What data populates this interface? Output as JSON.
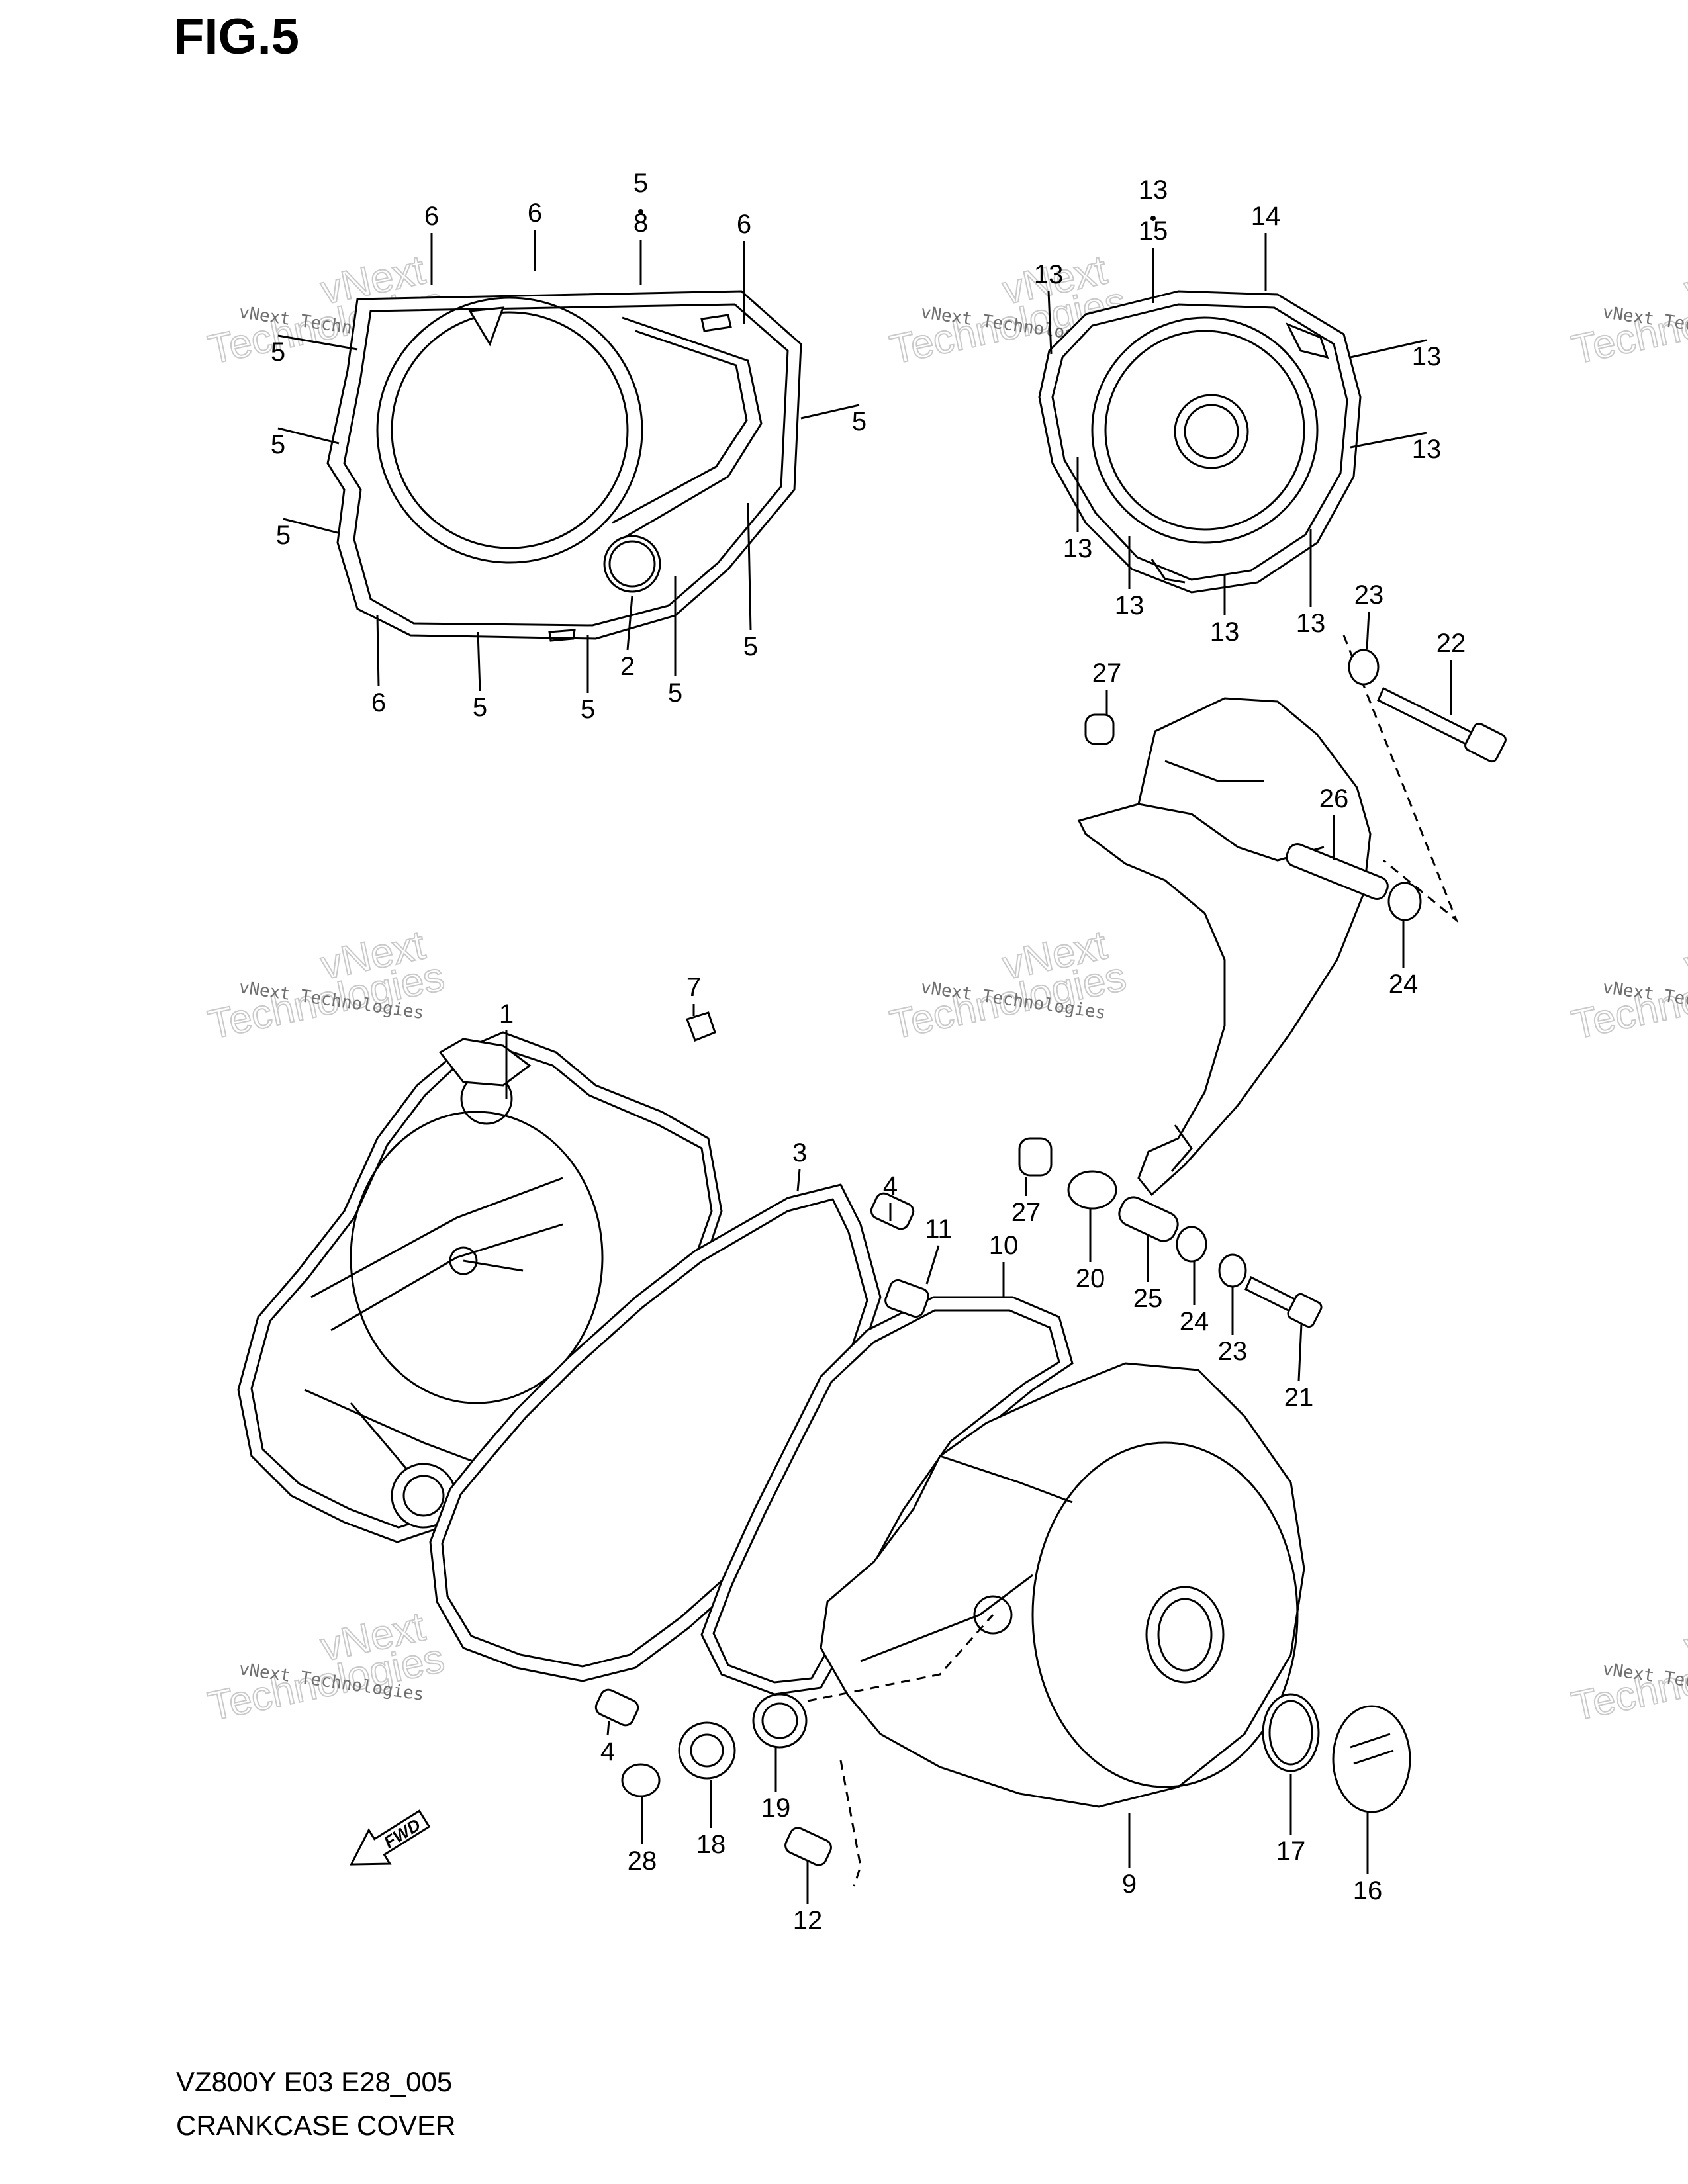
{
  "figure": {
    "title": "FIG.5",
    "model_code": "VZ800Y E03 E28_005",
    "caption": "CRANKCASE COVER",
    "fwd_arrow_label": "FWD"
  },
  "watermark": {
    "line1": "vNext Technologies",
    "line2": "vNext",
    "line3": "Technologies"
  },
  "callouts": [
    {
      "id": "c1",
      "text": "1"
    },
    {
      "id": "c2",
      "text": "2"
    },
    {
      "id": "c3",
      "text": "3"
    },
    {
      "id": "c4a",
      "text": "4"
    },
    {
      "id": "c4b",
      "text": "4"
    },
    {
      "id": "c5-8",
      "text": "5"
    },
    {
      "id": "c8",
      "text": "8"
    },
    {
      "id": "c5a",
      "text": "5"
    },
    {
      "id": "c5b",
      "text": "5"
    },
    {
      "id": "c5c",
      "text": "5"
    },
    {
      "id": "c5d",
      "text": "5"
    },
    {
      "id": "c5e",
      "text": "5"
    },
    {
      "id": "c5f",
      "text": "5"
    },
    {
      "id": "c5g",
      "text": "5"
    },
    {
      "id": "c5h",
      "text": "5"
    },
    {
      "id": "c5i",
      "text": "5"
    },
    {
      "id": "c6a",
      "text": "6"
    },
    {
      "id": "c6b",
      "text": "6"
    },
    {
      "id": "c6c",
      "text": "6"
    },
    {
      "id": "c6d",
      "text": "6"
    },
    {
      "id": "c7",
      "text": "7"
    },
    {
      "id": "c9",
      "text": "9"
    },
    {
      "id": "c10",
      "text": "10"
    },
    {
      "id": "c11",
      "text": "11"
    },
    {
      "id": "c12",
      "text": "12"
    },
    {
      "id": "c13-15",
      "text": "13"
    },
    {
      "id": "c15",
      "text": "15"
    },
    {
      "id": "c13a",
      "text": "13"
    },
    {
      "id": "c13b",
      "text": "13"
    },
    {
      "id": "c13c",
      "text": "13"
    },
    {
      "id": "c13d",
      "text": "13"
    },
    {
      "id": "c13e",
      "text": "13"
    },
    {
      "id": "c13f",
      "text": "13"
    },
    {
      "id": "c13g",
      "text": "13"
    },
    {
      "id": "c13h",
      "text": "13"
    },
    {
      "id": "c14",
      "text": "14"
    },
    {
      "id": "c16",
      "text": "16"
    },
    {
      "id": "c17",
      "text": "17"
    },
    {
      "id": "c18",
      "text": "18"
    },
    {
      "id": "c19",
      "text": "19"
    },
    {
      "id": "c20",
      "text": "20"
    },
    {
      "id": "c21",
      "text": "21"
    },
    {
      "id": "c22",
      "text": "22"
    },
    {
      "id": "c23a",
      "text": "23"
    },
    {
      "id": "c23b",
      "text": "23"
    },
    {
      "id": "c24a",
      "text": "24"
    },
    {
      "id": "c24b",
      "text": "24"
    },
    {
      "id": "c25",
      "text": "25"
    },
    {
      "id": "c26",
      "text": "26"
    },
    {
      "id": "c27a",
      "text": "27"
    },
    {
      "id": "c27b",
      "text": "27"
    },
    {
      "id": "c28",
      "text": "28"
    }
  ]
}
